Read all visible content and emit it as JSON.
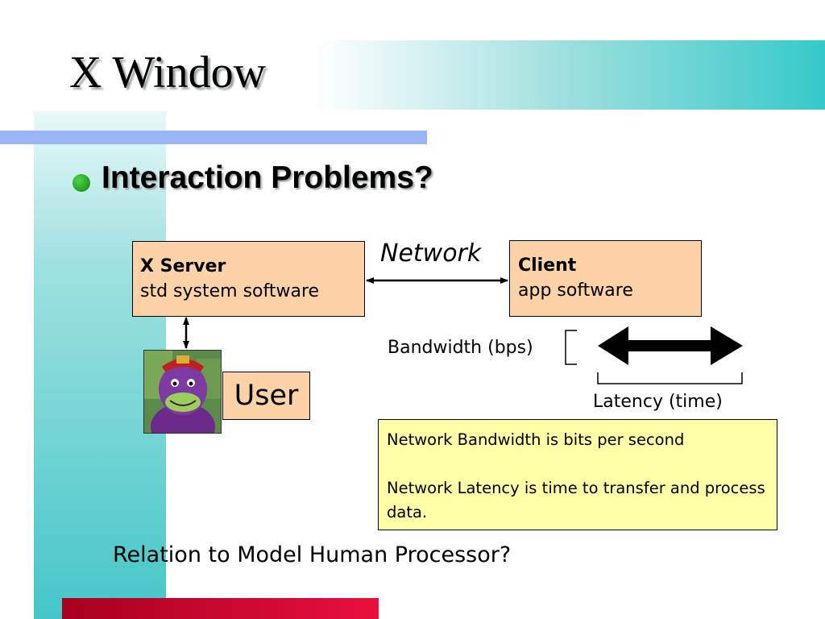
{
  "title": "X Window",
  "bullet": "Interaction Problems?",
  "server": {
    "title": "X Server",
    "subtitle": "std system software"
  },
  "client": {
    "title": "Client",
    "subtitle": "app software"
  },
  "user": {
    "label": "User"
  },
  "network_label": "Network",
  "bandwidth_label": "Bandwidth (bps)",
  "latency_label": "Latency (time)",
  "note": {
    "line1": "Network Bandwidth is bits per second",
    "line2": "Network Latency is time to transfer and process data."
  },
  "question": "Relation to Model Human Processor?",
  "colors": {
    "box_fill": "#fcd2a6",
    "note_fill": "#ffffa8",
    "accent_teal": "#35c9c9",
    "bullet_green": "#1aa61a"
  }
}
